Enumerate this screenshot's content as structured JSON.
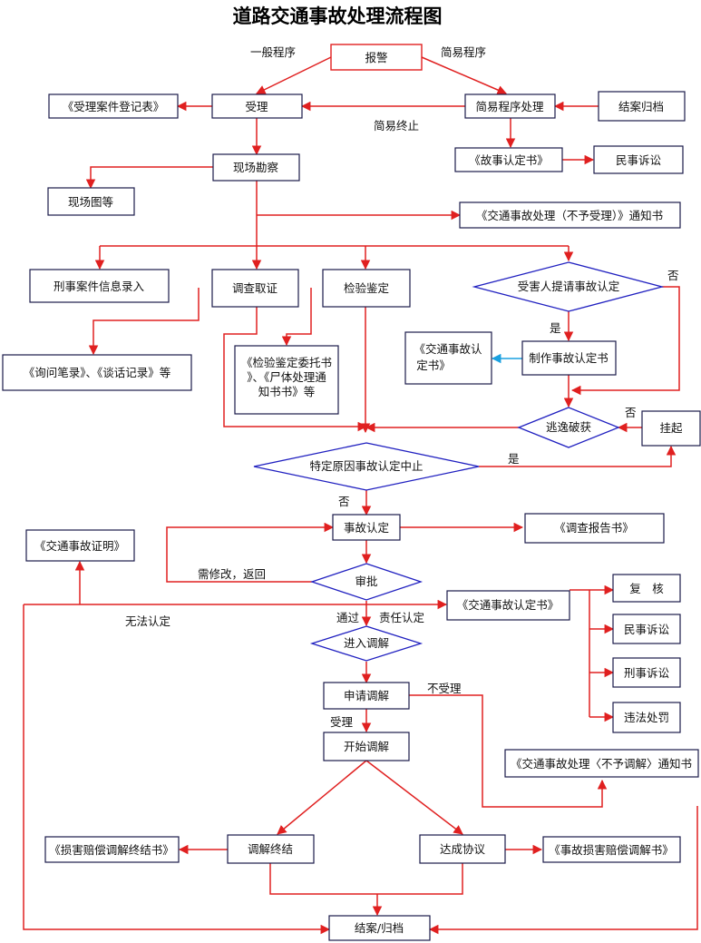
{
  "title": "道路交通事故处理流程图",
  "nodes": {
    "baojing": "报警",
    "shouli": "受理",
    "jianyi": "简易程序处理",
    "jiean_guidang": "结案归档",
    "dengjibiao": "《受理案件登记表》",
    "guzhang_rending": "《故事认定书》",
    "minshi_1": "民事诉讼",
    "xianchang_kancha": "现场勘察",
    "xianchangtu": "现场图等",
    "bushouli_tongzhi": "《交通事故处理（不予受理）》通知书",
    "xingshi_xinxi": "刑事案件信息录入",
    "diaocha_quzheng": "调查取证",
    "jianyan_jianding": "检验鉴定",
    "shouhairen": "受害人提请事故认定",
    "xunwen_bilu": "《询问笔录》、《谈话记录》等",
    "weituoshu_l1": "《检验鉴定委托书",
    "weituoshu_l2": "》、《尸体处理通",
    "weituoshu_l3": "知书书》等",
    "zhizuo_rendingshu": "制作事故认定书",
    "jtsg_rending_l1": "《交通事故认",
    "jtsg_rending_l2": "定书》",
    "taoyi_pohuo": "逃逸破获",
    "guaqi": "挂起",
    "tedingyuanyin": "特定原因事故认定中止",
    "shigu_rending": "事故认定",
    "diaocha_baogao": "《调查报告书》",
    "shigu_zhengming": "《交通事故证明》",
    "shenpi": "审批",
    "jtsg_rendingshu": "《交通事故认定书》",
    "fuhe": "复　核",
    "minshi_2": "民事诉讼",
    "xingshi_susong": "刑事诉讼",
    "weifa_chufa": "违法处罚",
    "jinru_tiaojie": "进入调解",
    "shenqing_tiaojie": "申请调解",
    "kaishi_tiaojie": "开始调解",
    "buyu_tiaojie": "《交通事故处理〈不予调解〉通知书",
    "tiaojie_zhongjie": "调解终结",
    "dacheng_xieyi": "达成协议",
    "zhongjieshu": "《损害赔偿调解终结书》",
    "tiaojieshu": "《事故损害赔偿调解书》",
    "jiean": "结案/归档"
  },
  "labels": {
    "yiban": "一般程序",
    "jianyi_chengxu": "简易程序",
    "jianyi_zhongzhi": "简易终止",
    "fou_1": "否",
    "shi_1": "是",
    "fou_2": "否",
    "shi_2": "是",
    "fou_3": "否",
    "xuxiugai": "需修改，返回",
    "wufa_rending": "无法认定",
    "tongguo": "通过",
    "zeren_rending": "责任认定",
    "bushouli": "不受理",
    "shouli_label": "受理"
  },
  "colors": {
    "arrow": "#e02020",
    "box_border": "#1a1a4a",
    "diamond_border": "#2020c0",
    "blue_arrow": "#1aa0e0"
  }
}
